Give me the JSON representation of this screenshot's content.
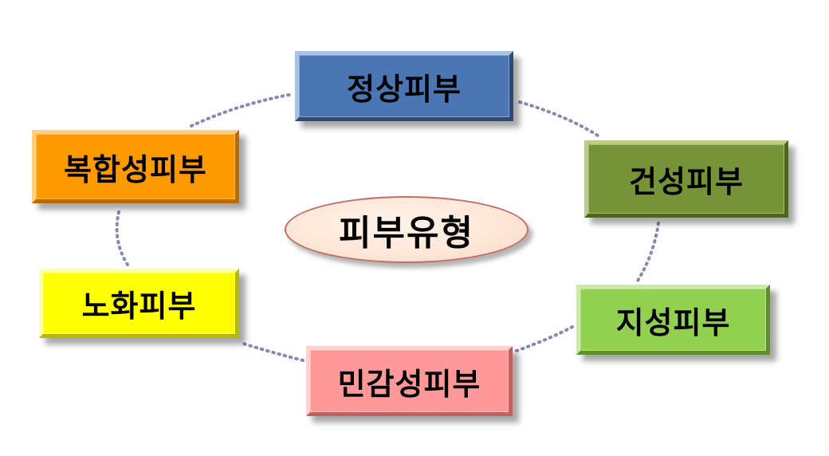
{
  "center": {
    "label": "피부유형"
  },
  "nodes": {
    "normal": "정상피부",
    "dry": "건성피부",
    "oily": "지성피부",
    "sensitive": "민감성피부",
    "aging": "노화피부",
    "combination": "복합성피부"
  },
  "colors": {
    "normal": "#4a76b4",
    "dry": "#779338",
    "oily": "#92d050",
    "sensitive": "#ff9999",
    "aging": "#ffff00",
    "combination": "#ff9900",
    "center": "#fde6d6",
    "ring": "#8a88b0"
  }
}
